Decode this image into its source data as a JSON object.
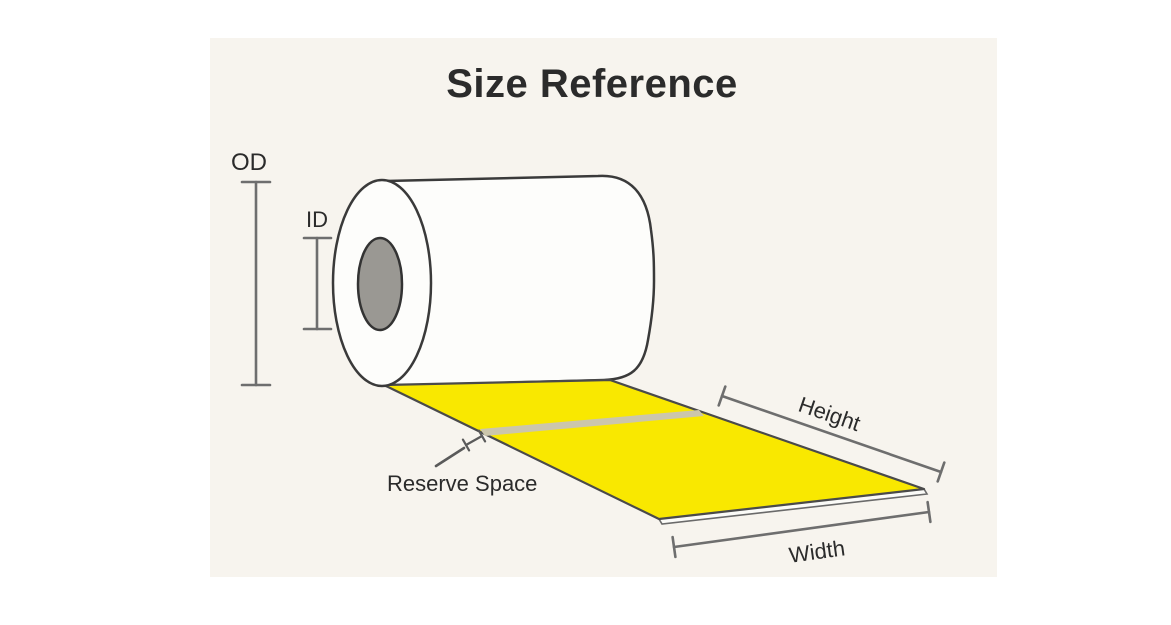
{
  "diagram": {
    "title": "Size Reference",
    "labels": {
      "outer_diameter": "OD",
      "inner_diameter": "ID",
      "height": "Height",
      "width": "Width",
      "reserve_space": "Reserve Space"
    },
    "colors": {
      "label_yellow": "#F9E800",
      "core_gray": "#9A9893",
      "roll_white": "#FDFDFB",
      "outline_dark": "#3A3A3A",
      "strip_outline": "#4A4A4A",
      "dimension_gray": "#6E6E6E",
      "reserve_band": "#CCC6AB",
      "panel_background": "#F8F6F1",
      "text_dark": "#2B2B2B"
    }
  }
}
